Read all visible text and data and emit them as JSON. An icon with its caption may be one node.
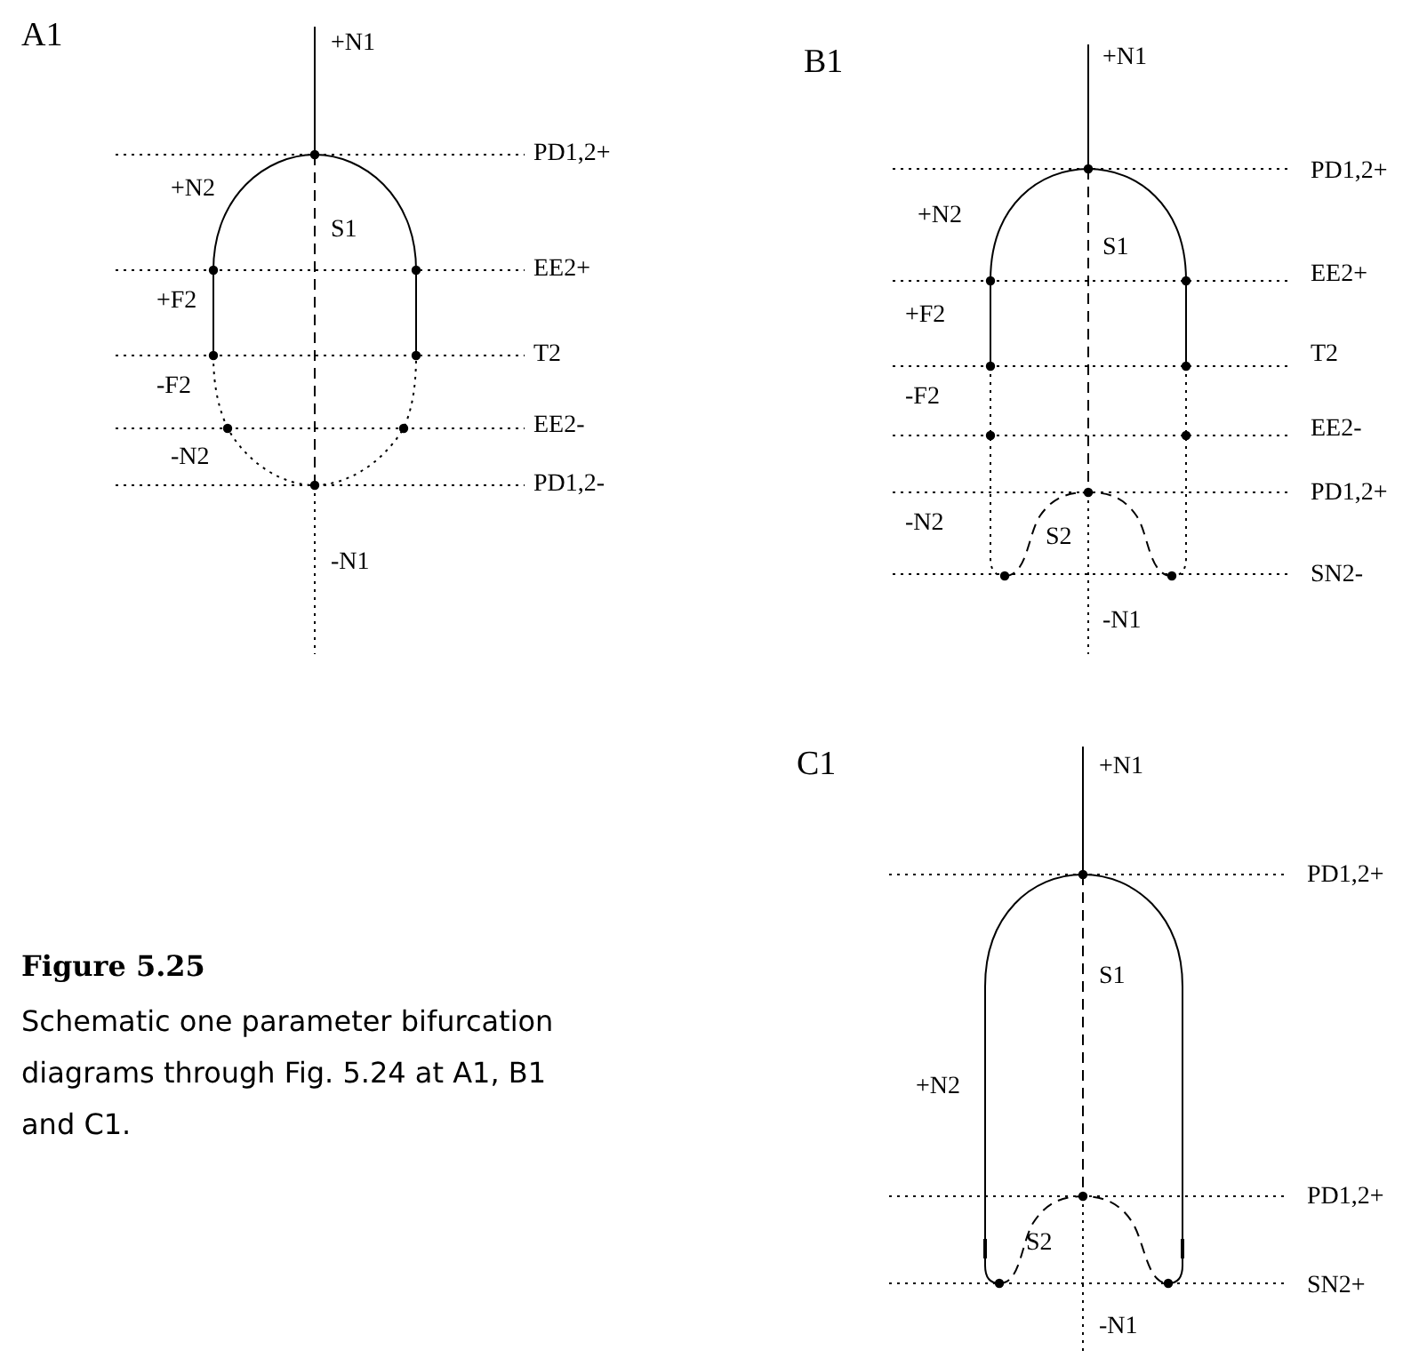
{
  "diagram": {
    "title": "Figure 5.25",
    "caption": "Schematic one parameter bifurcation diagrams through Fig. 5.24 at A1, B1 and C1.",
    "labels": [
      "A1",
      "+N1",
      "PD1,2+",
      "+N2",
      "S1",
      "EE2+",
      "+F2",
      "T2",
      "-F2",
      "EE2-",
      "-N2",
      "PD1,2-",
      "-N1",
      "B1",
      "+N1",
      "PD1,2+",
      "+N2",
      "S1",
      "EE2+",
      "+F2",
      "T2",
      "-F2",
      "EE2-",
      "PD1,2+",
      "-N2",
      "S2",
      "SN2-",
      "-N1",
      "C1",
      "+N1",
      "PD1,2+",
      "S1",
      "+N2",
      "PD1,2+",
      "S2",
      "SN2+",
      "-N1"
    ]
  }
}
